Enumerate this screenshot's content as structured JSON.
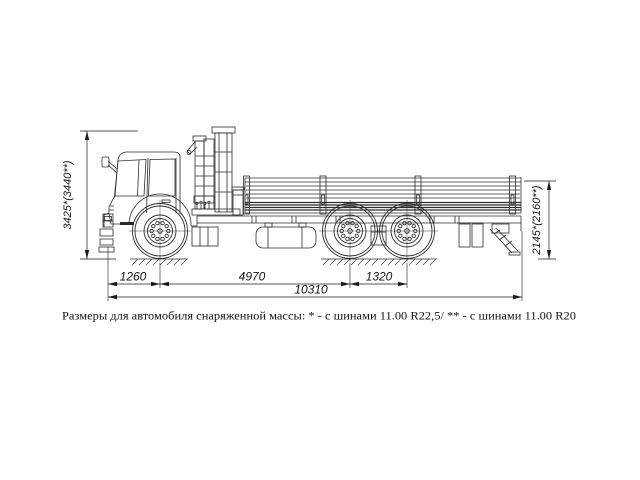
{
  "page": {
    "background_color": "#ffffff",
    "line_color": "#2d2d2d",
    "dim_line_color": "#1c1c1c"
  },
  "drawing": {
    "dimensions": {
      "overall_height": "3425*(3440**)",
      "rear_platform_height": "2145*(2160**)",
      "front_overhang": "1260",
      "wheelbase": "4970",
      "rear_bogie_base": "1320",
      "overall_length": "10310"
    },
    "caption": "Размеры для автомобиля снаряженной массы: * - с шинами 11.00 R22,5/ ** - с шинами 11.00 R20"
  }
}
